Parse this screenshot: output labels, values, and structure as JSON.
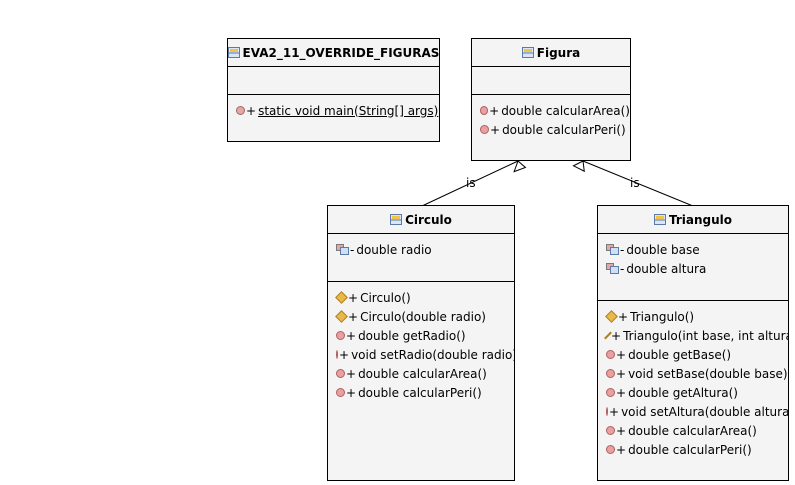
{
  "diagram": {
    "classes": {
      "main_class": {
        "name": "EVA2_11_OVERRIDE_FIGURAS",
        "methods": [
          {
            "visibility": "+",
            "text": "static void main(String[] args)",
            "kind": "static"
          }
        ]
      },
      "figura": {
        "name": "Figura",
        "methods": [
          {
            "visibility": "+",
            "text": "double calcularArea()",
            "kind": "method"
          },
          {
            "visibility": "+",
            "text": "double calcularPeri()",
            "kind": "method"
          }
        ]
      },
      "circulo": {
        "name": "Circulo",
        "fields": [
          {
            "visibility": "-",
            "text": "double radio"
          }
        ],
        "methods": [
          {
            "visibility": "+",
            "text": "Circulo()",
            "kind": "constructor"
          },
          {
            "visibility": "+",
            "text": "Circulo(double radio)",
            "kind": "constructor"
          },
          {
            "visibility": "+",
            "text": "double getRadio()",
            "kind": "method"
          },
          {
            "visibility": "+",
            "text": "void setRadio(double radio)",
            "kind": "method"
          },
          {
            "visibility": "+",
            "text": "double calcularArea()",
            "kind": "method"
          },
          {
            "visibility": "+",
            "text": "double calcularPeri()",
            "kind": "method"
          }
        ]
      },
      "triangulo": {
        "name": "Triangulo",
        "fields": [
          {
            "visibility": "-",
            "text": "double base"
          },
          {
            "visibility": "-",
            "text": "double altura"
          }
        ],
        "methods": [
          {
            "visibility": "+",
            "text": "Triangulo()",
            "kind": "constructor"
          },
          {
            "visibility": "+",
            "text": "Triangulo(int base, int altura)",
            "kind": "constructor"
          },
          {
            "visibility": "+",
            "text": "double getBase()",
            "kind": "method"
          },
          {
            "visibility": "+",
            "text": "void setBase(double base)",
            "kind": "method"
          },
          {
            "visibility": "+",
            "text": "double getAltura()",
            "kind": "method"
          },
          {
            "visibility": "+",
            "text": "void setAltura(double altura)",
            "kind": "method"
          },
          {
            "visibility": "+",
            "text": "double calcularArea()",
            "kind": "method"
          },
          {
            "visibility": "+",
            "text": "double calcularPeri()",
            "kind": "method"
          }
        ]
      }
    },
    "relations": [
      {
        "from": "circulo",
        "to": "figura",
        "label": "is"
      },
      {
        "from": "triangulo",
        "to": "figura",
        "label": "is"
      }
    ]
  },
  "colors": {
    "box_fill": "#f4f4f4",
    "method_icon": "#e8a0a0",
    "constructor_icon": "#e8b84a"
  }
}
